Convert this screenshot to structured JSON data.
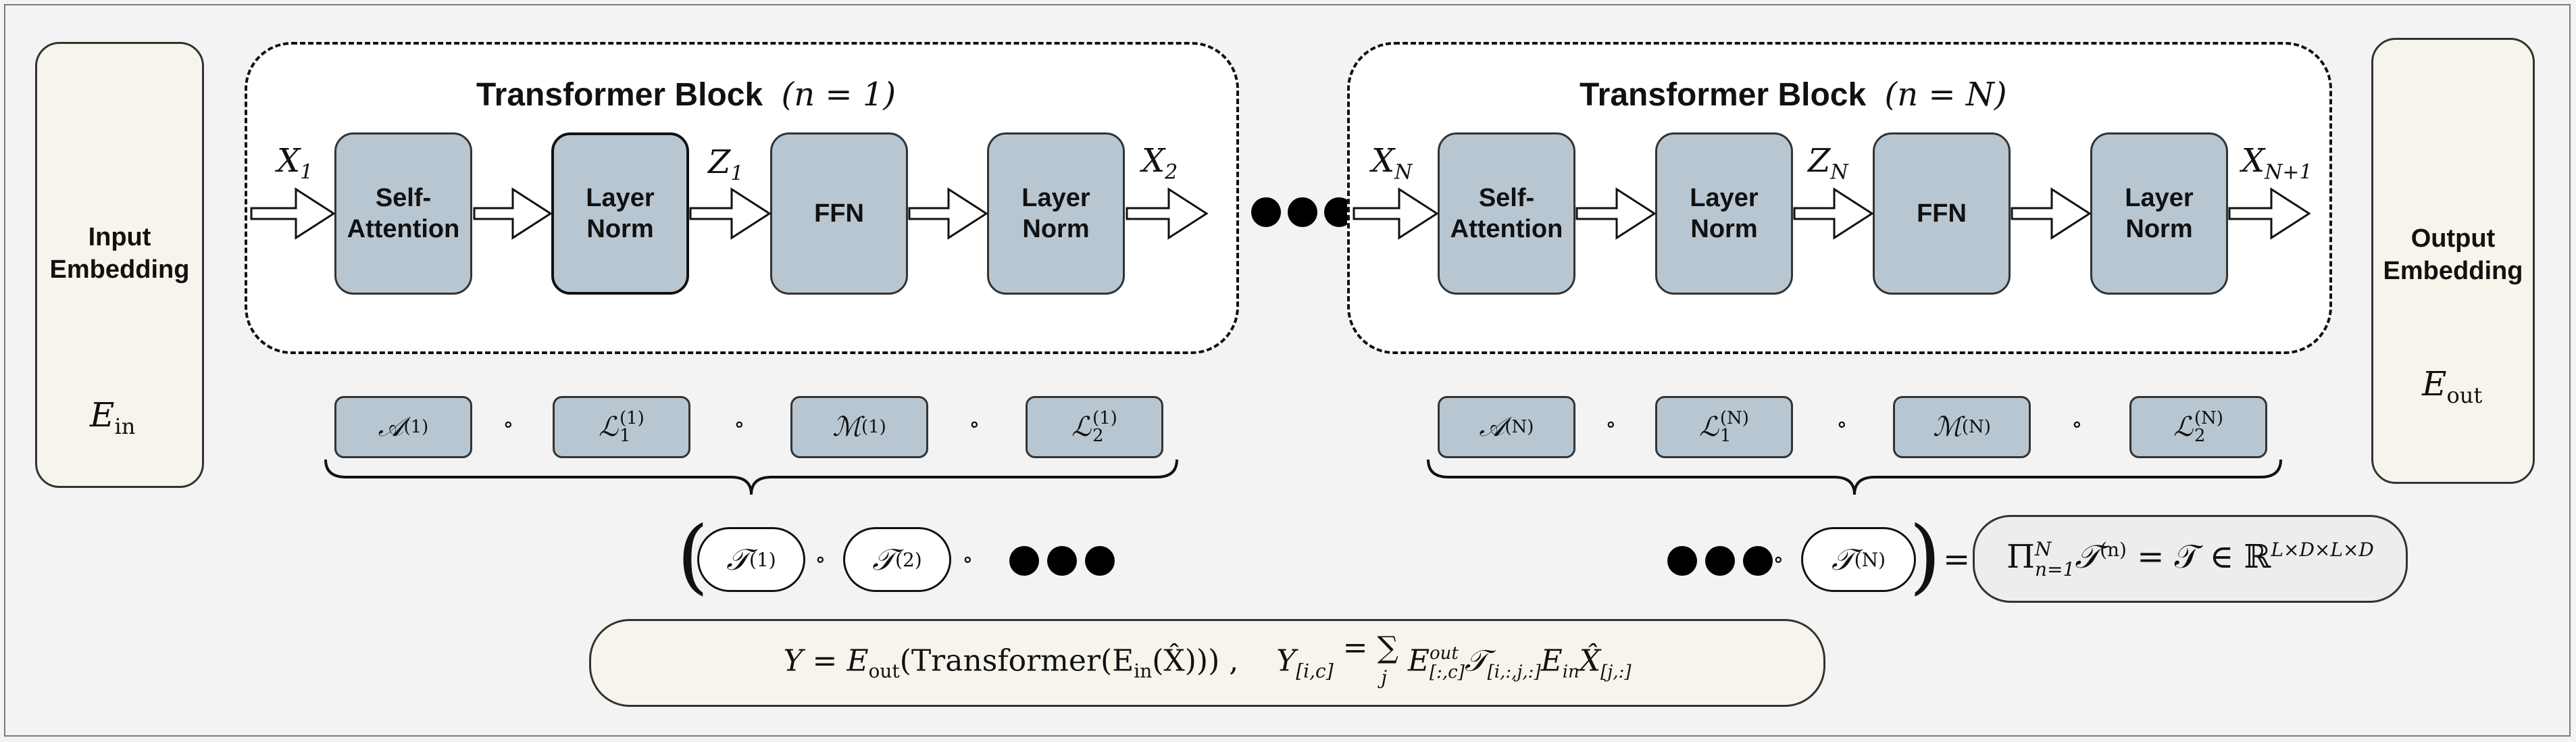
{
  "input_embedding": {
    "title": "Input\nEmbedding",
    "symbol": "E",
    "symbol_sub": "in"
  },
  "output_embedding": {
    "title": "Output\nEmbedding",
    "symbol": "E",
    "symbol_sub": "out"
  },
  "block_1": {
    "title": "Transformer Block",
    "index_label": "(n = 1)",
    "nodes": [
      "Self-\nAttention",
      "Layer\nNorm",
      "FFN",
      "Layer\nNorm"
    ],
    "input_label": "X",
    "input_sub": "1",
    "mid_label": "Z",
    "mid_sub": "1",
    "output_label": "X",
    "output_sub": "2",
    "ops": [
      {
        "sym": "𝒜",
        "sup": "(1)",
        "sub": ""
      },
      {
        "sym": "ℒ",
        "sup": "(1)",
        "sub": "1"
      },
      {
        "sym": "ℳ",
        "sup": "(1)",
        "sub": ""
      },
      {
        "sym": "ℒ",
        "sup": "(1)",
        "sub": "2"
      }
    ]
  },
  "block_n": {
    "title": "Transformer Block",
    "index_label": "(n = N)",
    "nodes": [
      "Self-\nAttention",
      "Layer\nNorm",
      "FFN",
      "Layer\nNorm"
    ],
    "input_label": "X",
    "input_sub": "N",
    "mid_label": "Z",
    "mid_sub": "N",
    "output_label": "X",
    "output_sub": "N+1",
    "ops": [
      {
        "sym": "𝒜",
        "sup": "(N)",
        "sub": ""
      },
      {
        "sym": "ℒ",
        "sup": "(N)",
        "sub": "1"
      },
      {
        "sym": "ℳ",
        "sup": "(N)",
        "sub": ""
      },
      {
        "sym": "ℒ",
        "sup": "(N)",
        "sub": "2"
      }
    ]
  },
  "compose_symbol": "∘",
  "chain": {
    "t1": {
      "sym": "𝒯",
      "sup": "(1)"
    },
    "t2": {
      "sym": "𝒯",
      "sup": "(2)"
    },
    "tN": {
      "sym": "𝒯",
      "sup": "(N)"
    },
    "equals": "=",
    "product": "Π",
    "product_sub": "n=1",
    "product_sup": "N",
    "product_rest": "𝒯",
    "product_rest_sup": "(n)",
    "product_eq": "= 𝒯 ∈ ℝ",
    "product_space": "L×D×L×D"
  },
  "formula": {
    "part1": "Y = E",
    "part1_sub": "out",
    "part2": "(Transformer(E",
    "part2_sub": "in",
    "part3": "(X̂)))  ,",
    "part4": "Y",
    "part4_sub": "[i,c]",
    "part5": "= ∑",
    "part5_under": "j",
    "part6": "E",
    "part6_sup": "out",
    "part6_sub": "[:,c]",
    "part7": "𝒯",
    "part7_sub": "[i,:,j,:]",
    "part8": "E",
    "part8_sub": "in",
    "part9": "X̂",
    "part9_sub": "[j,:]"
  }
}
